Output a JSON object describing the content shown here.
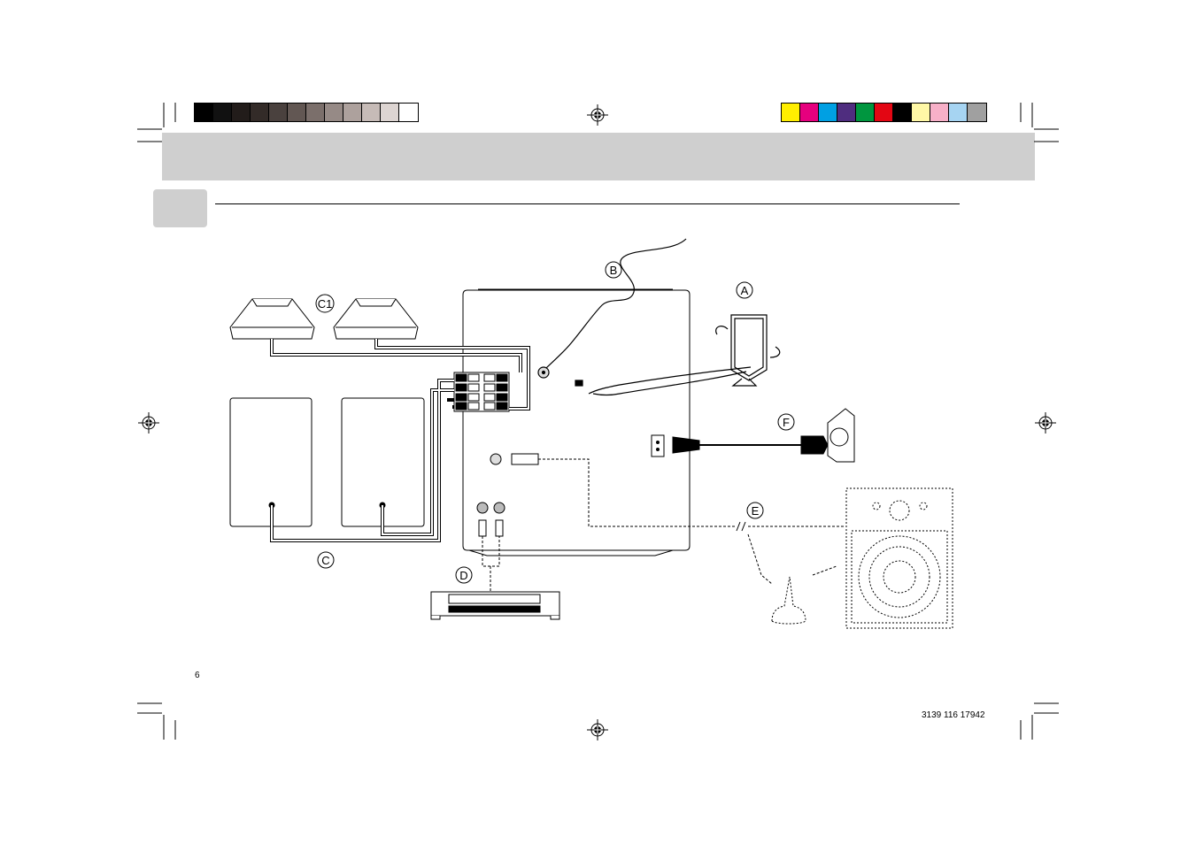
{
  "grey_swatches": [
    "#000000",
    "#111111",
    "#221c1a",
    "#332b28",
    "#4a413e",
    "#625753",
    "#7b6f6b",
    "#968a86",
    "#ada19d",
    "#c6bbb7",
    "#ddd5d2",
    "#ffffff"
  ],
  "color_swatches": [
    "#ffee00",
    "#e6007e",
    "#00a0e3",
    "#4f2d7f",
    "#00963f",
    "#e30613",
    "#000000",
    "#fff8a6",
    "#f7b0c8",
    "#a6d4f2",
    "#a0a0a0"
  ],
  "callouts": {
    "a": "A",
    "b": "B",
    "c": "C",
    "c1": "C1",
    "d": "D",
    "e": "E",
    "f": "F"
  },
  "footer": {
    "page_number": "6",
    "doc_code": "3139 116 17942"
  }
}
